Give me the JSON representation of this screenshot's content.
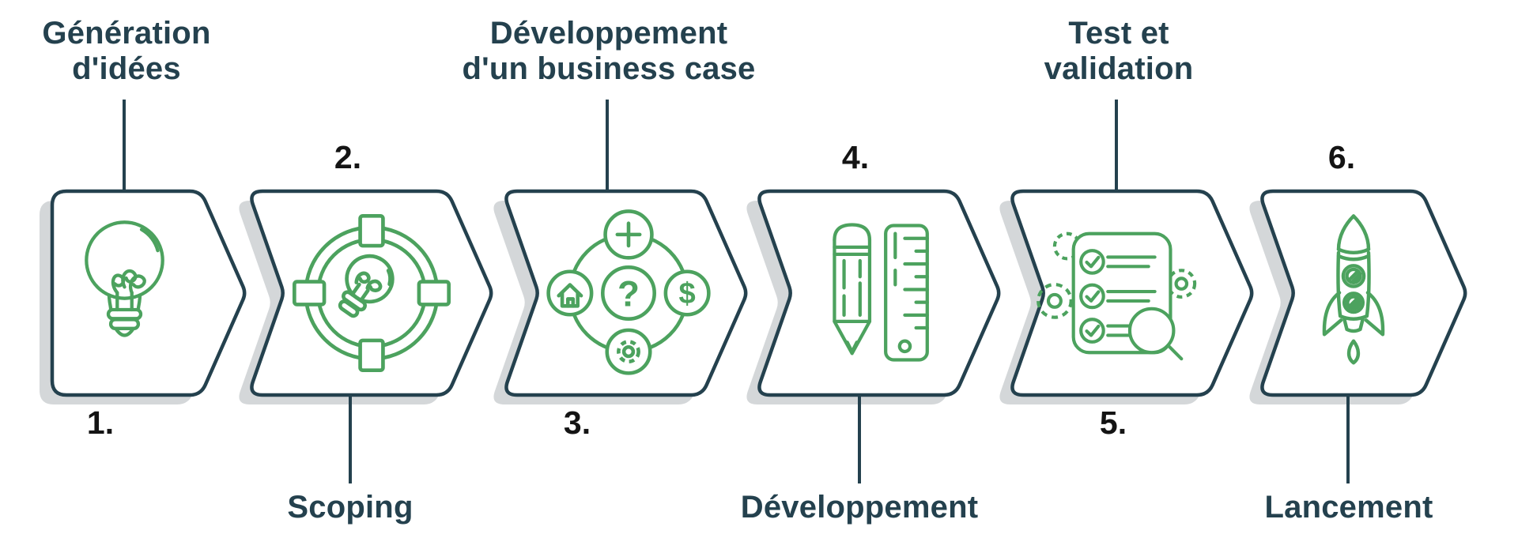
{
  "diagram_title": "",
  "colors": {
    "green": "#4CA25E",
    "dark": "#24414E",
    "shadow": "#D4D7D9",
    "number": "#141414",
    "bg": "#FFFFFF"
  },
  "steps": [
    {
      "number": "1.",
      "label": "Génération\nd'idées",
      "label_position": "top",
      "number_position": "bottom",
      "icon": "lightbulb-idea"
    },
    {
      "number": "2.",
      "label": "Scoping",
      "label_position": "bottom",
      "number_position": "top",
      "icon": "target-scope"
    },
    {
      "number": "3.",
      "label": "Développement\nd'un business case",
      "label_position": "top",
      "number_position": "bottom",
      "icon": "business-case-circles"
    },
    {
      "number": "4.",
      "label": "Développement",
      "label_position": "bottom",
      "number_position": "top",
      "icon": "pencil-ruler"
    },
    {
      "number": "5.",
      "label": "Test et\nvalidation",
      "label_position": "top",
      "number_position": "bottom",
      "icon": "checklist-validation"
    },
    {
      "number": "6.",
      "label": "Lancement",
      "label_position": "bottom",
      "number_position": "top",
      "icon": "rocket-launch"
    }
  ]
}
